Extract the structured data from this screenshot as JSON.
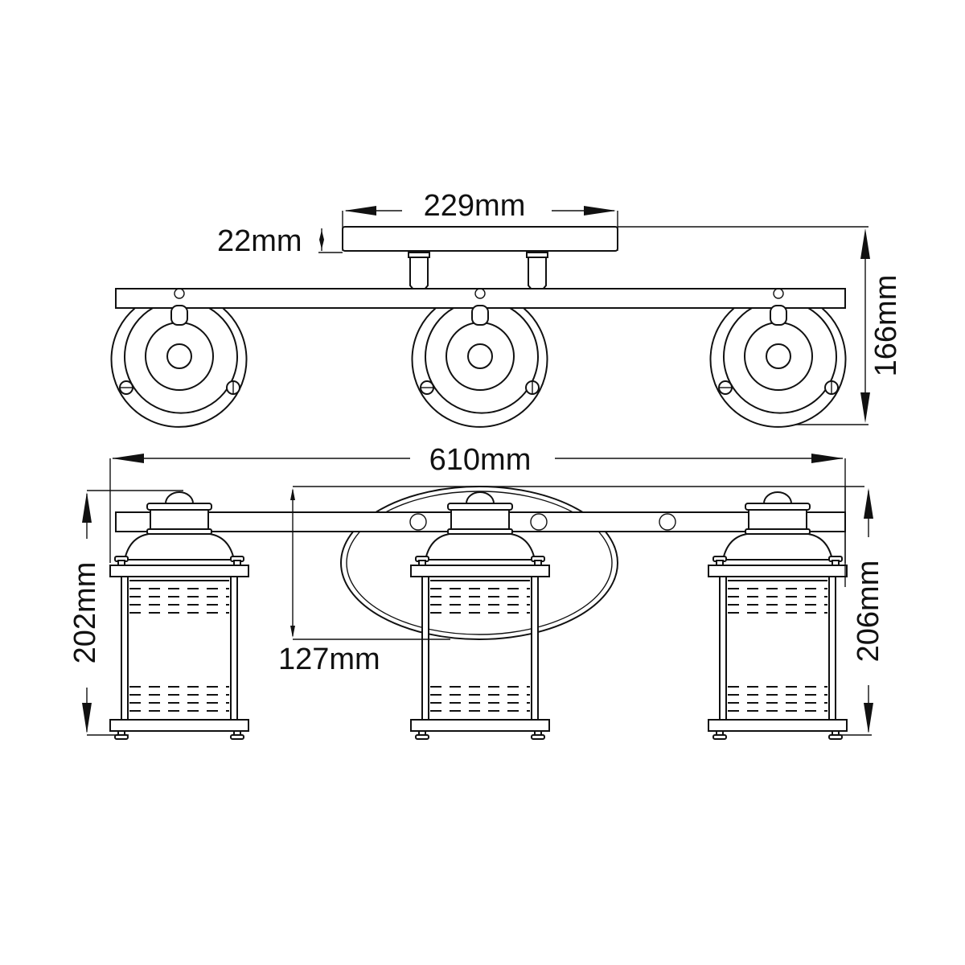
{
  "drawing": {
    "title": "Three-light lantern wall fitting dimension drawing",
    "views": [
      "top view",
      "front view"
    ],
    "light_count": 3
  },
  "dimensions": {
    "backplate_width": "229mm",
    "backplate_depth": "22mm",
    "projection": "166mm",
    "overall_width": "610mm",
    "height_left": "202mm",
    "height_right": "206mm",
    "backplate_height": "127mm"
  },
  "colors": {
    "line": "#111111",
    "background": "#ffffff"
  }
}
